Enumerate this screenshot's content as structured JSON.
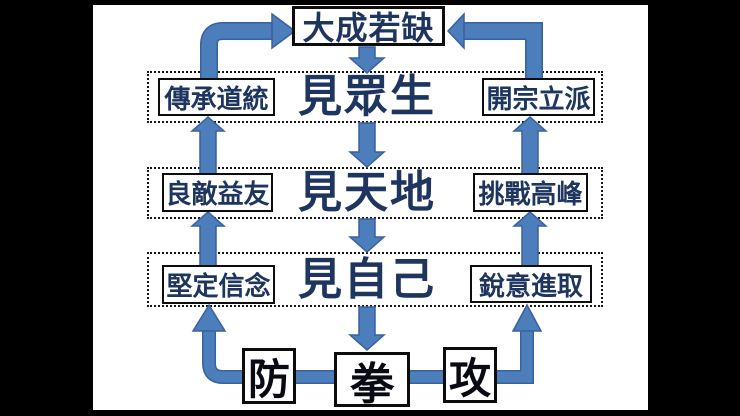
{
  "diagram": {
    "top_node": {
      "label": "大成若缺"
    },
    "rows": [
      {
        "left": {
          "label": "傳承道統"
        },
        "center": {
          "label": "見眾生"
        },
        "right": {
          "label": "開宗立派"
        }
      },
      {
        "left": {
          "label": "良敵益友"
        },
        "center": {
          "label": "見天地"
        },
        "right": {
          "label": "挑戰高峰"
        }
      },
      {
        "left": {
          "label": "堅定信念"
        },
        "center": {
          "label": "見自己"
        },
        "right": {
          "label": "銳意進取"
        }
      }
    ],
    "bottom_nodes": [
      {
        "label": "防"
      },
      {
        "label": "拳"
      },
      {
        "label": "攻"
      }
    ],
    "edges": [
      {
        "from": "大成若缺",
        "to": "見眾生"
      },
      {
        "from": "見眾生",
        "to": "見天地"
      },
      {
        "from": "見天地",
        "to": "見自己"
      },
      {
        "from": "見自己",
        "to": "拳"
      },
      {
        "from": "防",
        "to": "堅定信念"
      },
      {
        "from": "堅定信念",
        "to": "良敵益友"
      },
      {
        "from": "良敵益友",
        "to": "傳承道統"
      },
      {
        "from": "傳承道統",
        "to": "大成若缺"
      },
      {
        "from": "攻",
        "to": "銳意進取"
      },
      {
        "from": "銳意進取",
        "to": "挑戰高峰"
      },
      {
        "from": "挑戰高峰",
        "to": "開宗立派"
      },
      {
        "from": "開宗立派",
        "to": "大成若缺"
      }
    ],
    "colors": {
      "arrow_fill": "#4c7ebb",
      "arrow_outline": "#38619e",
      "text_primary": "#1e3560",
      "text_bottom": "#0a0a14",
      "panel_bg": "#ffffff",
      "page_bg": "#000000"
    }
  }
}
